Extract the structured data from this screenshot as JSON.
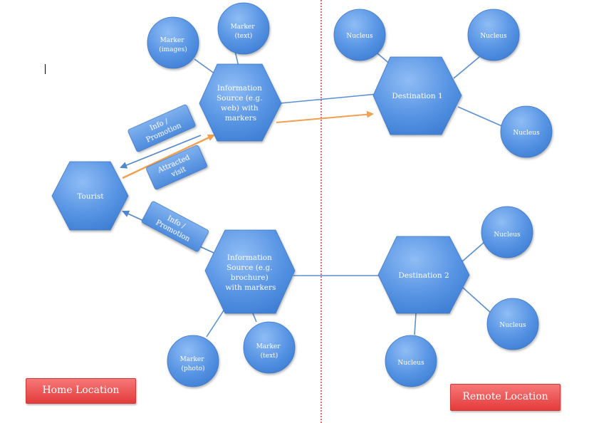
{
  "nodes": {
    "tourist": "Tourist",
    "info_web": [
      "Information",
      "Source (e.g.",
      "web) with",
      "markers"
    ],
    "info_brochure": [
      "Information",
      "Source (e.g.",
      "brochure)",
      "with markers"
    ],
    "destination1": "Destination 1",
    "destination2": "Destination 2",
    "marker_images": [
      "Marker",
      "(images)"
    ],
    "marker_text_top": [
      "Marker",
      "(text)"
    ],
    "marker_photo": [
      "Marker",
      "(photo)"
    ],
    "marker_text_bottom": [
      "Marker",
      "(text)"
    ],
    "nucleus": "Nucleus"
  },
  "labels": {
    "info_promotion": [
      "Info /",
      "Promotion"
    ],
    "attracted_visit": [
      "Attracted",
      "visit"
    ]
  },
  "locations": {
    "home": "Home Location",
    "remote": "Remote Location"
  },
  "colors": {
    "node_fill": "#4f8ee0",
    "connector": "#5a8fd0",
    "visit_arrow": "#f0a050",
    "divider": "#d42020",
    "location_fill": "#ec5050"
  }
}
